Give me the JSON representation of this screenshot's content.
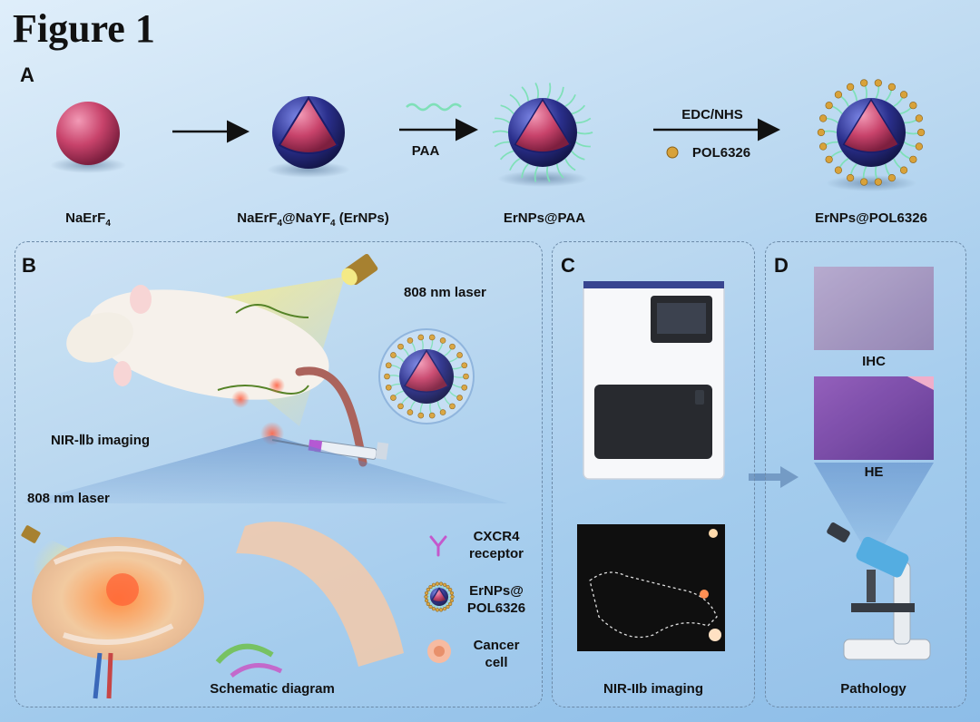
{
  "figure_title": "Figure 1",
  "panel_a": {
    "label": "A",
    "items": [
      {
        "name": "NaErF",
        "sub": "4",
        "rest": ""
      },
      {
        "name": "NaErF",
        "sub": "4",
        "rest": "@NaYF",
        "sub2": "4",
        "rest2": " (ErNPs)"
      },
      {
        "name": "ErNPs@PAA"
      },
      {
        "name": "ErNPs@POL6326"
      }
    ],
    "step_paa": "PAA",
    "step_edc": "EDC/NHS",
    "step_pol": "POL6326"
  },
  "panel_b": {
    "label": "B",
    "laser_top": "808 nm laser",
    "imaging": "NIR-Ⅱb imaging",
    "laser_bottom": "808 nm laser",
    "legend": [
      {
        "line1": "CXCR4",
        "line2": "receptor"
      },
      {
        "line1": "ErNPs@",
        "line2": "POL6326"
      },
      {
        "line1": "Cancer",
        "line2": "cell"
      }
    ],
    "caption": "Schematic diagram"
  },
  "panel_c": {
    "label": "C",
    "caption": "NIR-IIb imaging"
  },
  "panel_d": {
    "label": "D",
    "ihc": "IHC",
    "he": "HE",
    "caption": "Pathology"
  },
  "colors": {
    "core": "#c8436b",
    "shell": "#2a2f8c",
    "ligand": "#7fe0b8",
    "drug": "#d8a23a",
    "laser": "#f3e46a"
  }
}
